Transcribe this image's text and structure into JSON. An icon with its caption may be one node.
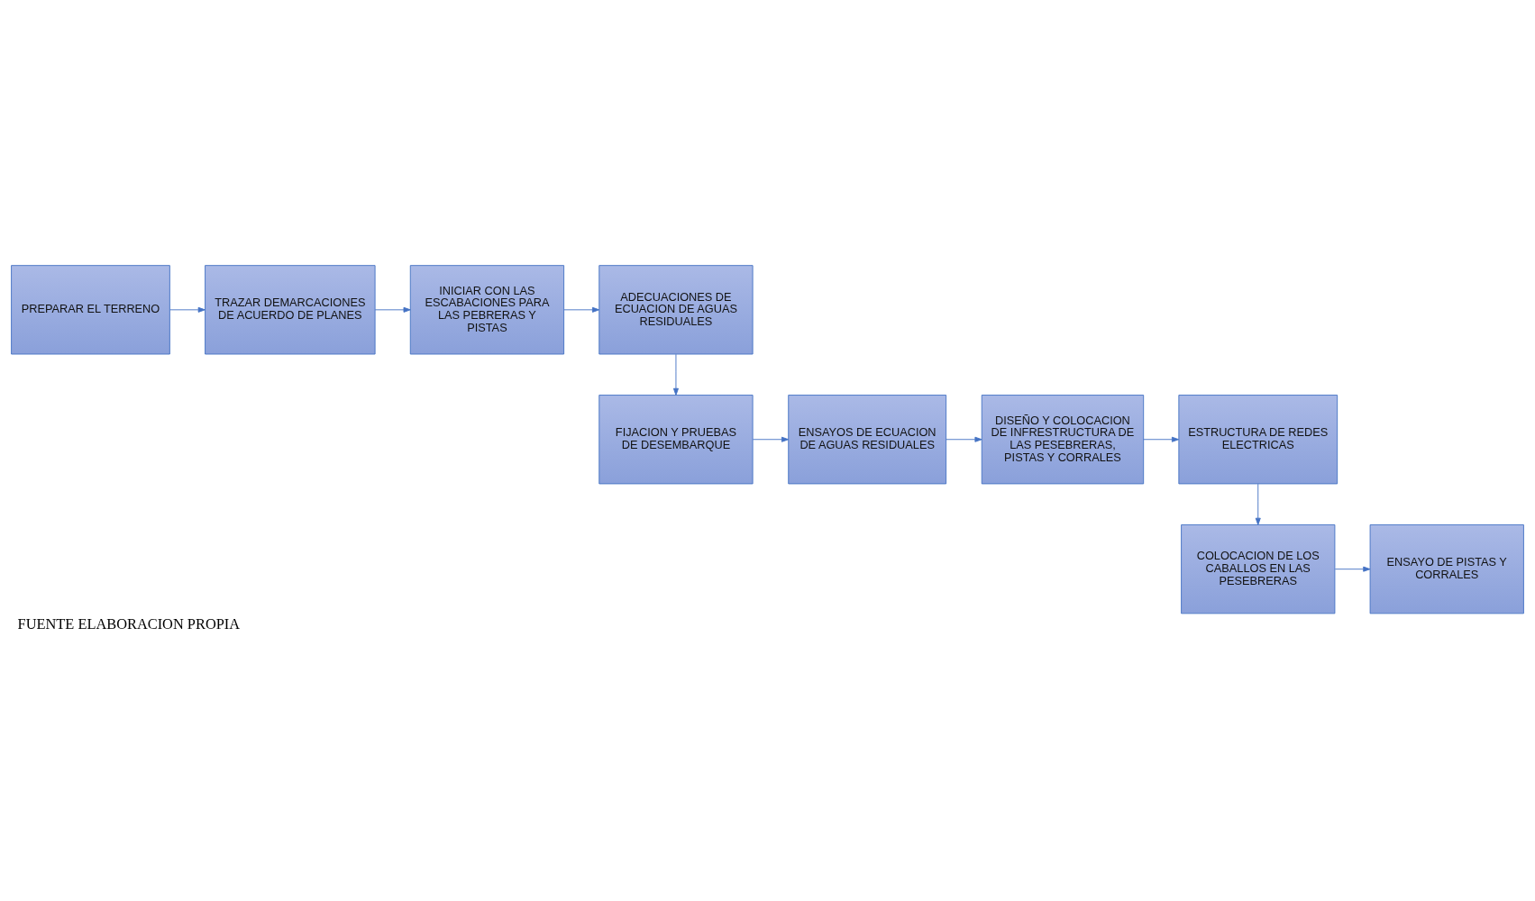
{
  "diagram": {
    "caption": "FUENTE ELABORACION PROPIA",
    "nodes": [
      {
        "text": [
          "PREPARAR EL TERRENO"
        ]
      },
      {
        "text": [
          "TRAZAR DEMARCACIONES DE ACUERDO DE PLANES"
        ]
      },
      {
        "text": [
          "INICIAR CON LAS ESCABACIONES PARA LAS PEBRERAS Y PISTAS"
        ]
      },
      {
        "text": [
          "ADECUACIONES DE ECUACION DE AGUAS RESIDUALES"
        ]
      },
      {
        "text": [
          "FIJACION Y PRUEBAS DE DESEMBARQUE"
        ]
      },
      {
        "text": [
          "ENSAYOS DE ECUACION DE AGUAS RESIDUALES"
        ]
      },
      {
        "text": [
          "DISEÑO Y COLOCACION DE INFRESTRUCTURA DE LAS PESEBRERAS, PISTAS Y CORRALES"
        ]
      },
      {
        "text": [
          "ESTRUCTURA DE REDES ELECTRICAS"
        ]
      },
      {
        "text": [
          "COLOCACION DE LOS CABALLOS EN LAS PESEBRERAS"
        ]
      },
      {
        "text": [
          "ENSAYO DE PISTAS Y CORRALES"
        ]
      }
    ],
    "edges": [
      {
        "from": 0,
        "to": 1,
        "arrow": "to"
      },
      {
        "from": 1,
        "to": 2,
        "arrow": "to"
      },
      {
        "from": 2,
        "to": 3,
        "arrow": "to"
      },
      {
        "from": 3,
        "to": 4,
        "arrow": "to"
      },
      {
        "from": 4,
        "to": 5,
        "arrow": "to"
      },
      {
        "from": 5,
        "to": 6,
        "arrow": "to"
      },
      {
        "from": 6,
        "to": 7,
        "arrow": "to"
      },
      {
        "from": 7,
        "to": 8,
        "arrow": "to"
      },
      {
        "from": 8,
        "to": 9,
        "arrow": "to"
      }
    ]
  }
}
